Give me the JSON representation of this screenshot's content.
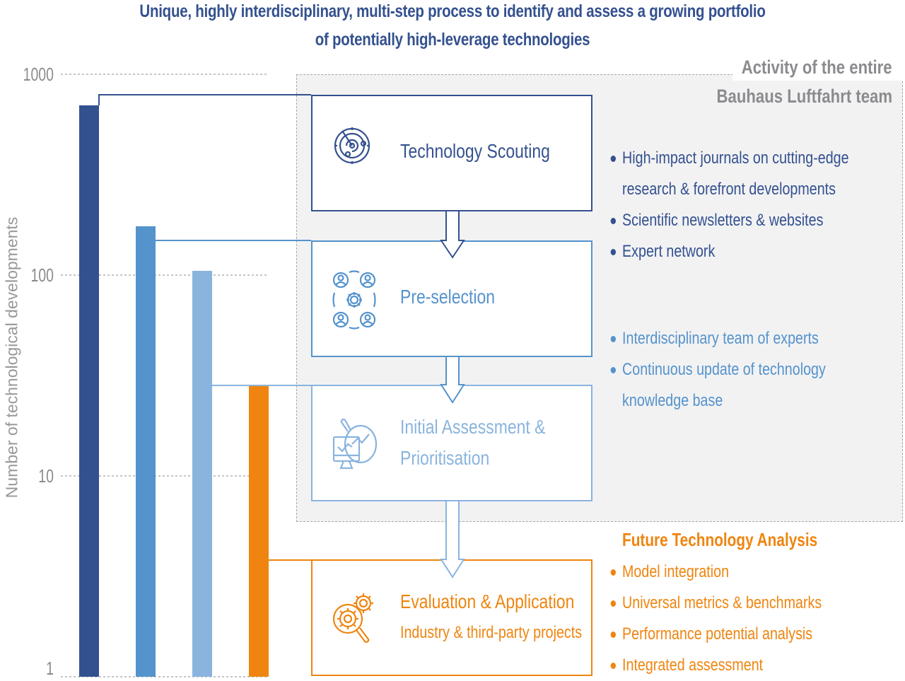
{
  "header": {
    "title_line1": "Unique, highly interdisciplinary, multi-step process to identify and assess a growing portfolio",
    "title_line2": "of potentially high-leverage technologies"
  },
  "team_area": {
    "label_line1": "Activity of the entire",
    "label_line2": "Bauhaus Luftfahrt team"
  },
  "colors": {
    "title": "#34518f",
    "stage1": "#34518f",
    "stage2": "#5593cc",
    "stage3": "#8ab4de",
    "stage4": "#ef8510",
    "team_bg": "#f2f2f3",
    "grey_text": "#8a8b8e"
  },
  "stages": [
    {
      "title": "Technology Scouting",
      "subtitle": "",
      "icon": "radar-icon"
    },
    {
      "title": "Pre-selection",
      "subtitle": "",
      "icon": "team-gear-icon"
    },
    {
      "title_line1": "Initial Assessment &",
      "title_line2": "Prioritisation",
      "subtitle": "",
      "icon": "monitor-magnifier-chart-icon"
    },
    {
      "title": "Evaluation & Application",
      "subtitle": "Industry & third-party projects",
      "icon": "gears-magnifier-icon"
    }
  ],
  "bullets_scouting": [
    {
      "line1": "High-impact journals on cutting-edge",
      "line2": "research & forefront developments"
    },
    {
      "line1": "Scientific newsletters & websites"
    },
    {
      "line1": "Expert network"
    }
  ],
  "bullets_team": [
    {
      "line1": "Interdisciplinary team of experts"
    },
    {
      "line1": "Continuous update of technology",
      "line2": "knowledge base"
    }
  ],
  "future": {
    "title": "Future Technology Analysis",
    "bullets": [
      "Model integration",
      "Universal metrics & benchmarks",
      "Performance potential analysis",
      "Integrated assessment"
    ]
  },
  "chart_data": {
    "type": "bar",
    "title": "",
    "xlabel": "",
    "ylabel": "Number of technological developments",
    "yscale": "log",
    "ylim": [
      1,
      1000
    ],
    "yticks": [
      "1000",
      "100",
      "10",
      "1"
    ],
    "grid": true,
    "categories": [
      "Technology Scouting",
      "Pre-selection",
      "Initial Assessment & Prioritisation",
      "Evaluation & Application"
    ],
    "values": [
      700,
      175,
      105,
      28
    ],
    "bar_colors": [
      "#34518f",
      "#5593cc",
      "#8ab4de",
      "#ef8510"
    ]
  }
}
